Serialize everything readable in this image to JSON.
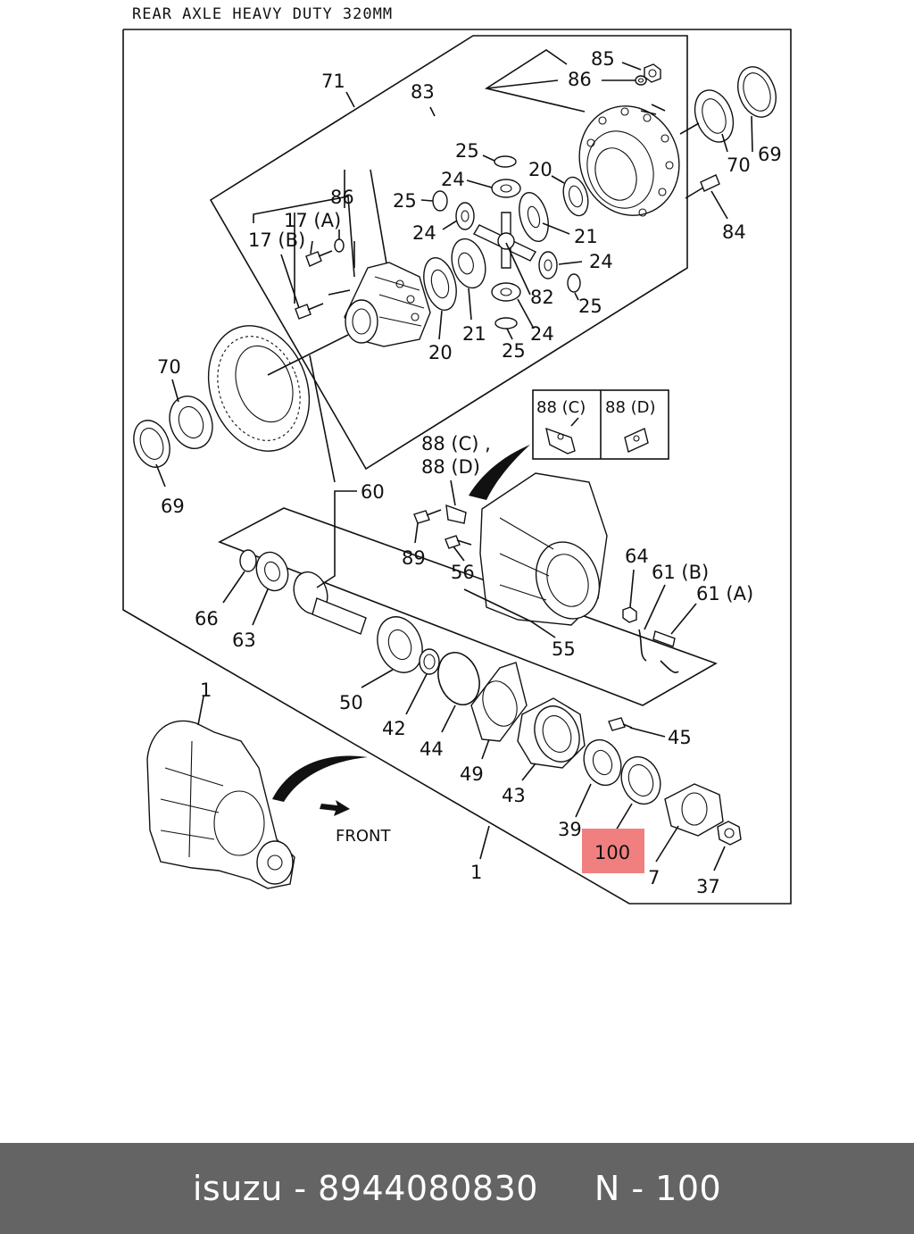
{
  "title": "REAR AXLE HEAVY DUTY 320MM",
  "front_label": "FRONT",
  "highlight_label": "100",
  "highlight_color": "#f08080",
  "footer": {
    "brand": "isuzu",
    "part_number": "8944080830",
    "ref": "N - 100",
    "background": "#646464"
  },
  "callouts": {
    "c85": "85",
    "c86a": "86",
    "c71": "71",
    "c83": "83",
    "c25a": "25",
    "c20a": "20",
    "c24a": "24",
    "c25b": "25",
    "c86b": "86",
    "c17a": "17 (A)",
    "c17b": "17 (B)",
    "c24b": "24",
    "c21a": "21",
    "c24c": "24",
    "c82": "82",
    "c25c": "25",
    "c20b": "20",
    "c21b": "21",
    "c24d": "24",
    "c25d": "25",
    "c70a": "70",
    "c69a": "69",
    "c84": "84",
    "c70b": "70",
    "c69b": "69",
    "c60": "60",
    "c88box_c": "88 (C)",
    "c88box_d": "88 (D)",
    "c88cd_1": "88 (C) ,",
    "c88cd_2": "88 (D)",
    "c89": "89",
    "c56": "56",
    "c64": "64",
    "c61b": "61 (B)",
    "c61a": "61 (A)",
    "c66": "66",
    "c63": "63",
    "c55": "55",
    "c1a": "1",
    "c50": "50",
    "c42": "42",
    "c44": "44",
    "c49": "49",
    "c43": "43",
    "c45": "45",
    "c39": "39",
    "c7": "7",
    "c37": "37",
    "c1b": "1"
  }
}
